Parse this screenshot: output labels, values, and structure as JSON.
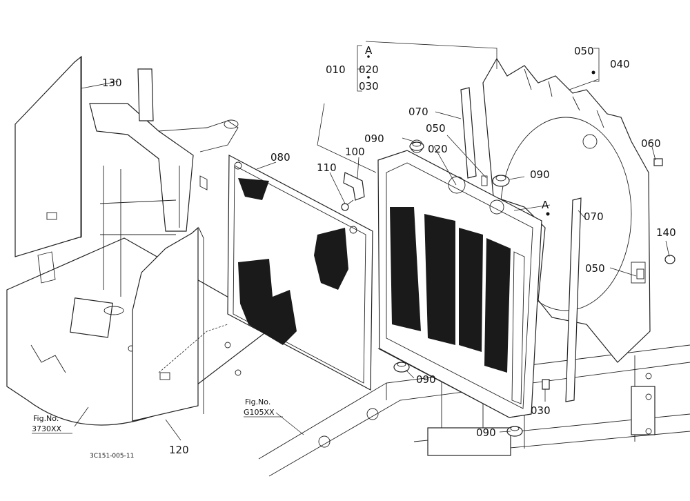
{
  "drawing_code": "3C151-005-11",
  "callouts": {
    "p010": "010",
    "pA_group": "A",
    "p020_group": "020",
    "p030_group": "030",
    "p040": "040",
    "p050_top": "050",
    "p050_mid": "050",
    "p050_right": "050",
    "p060": "060",
    "p070_left": "070",
    "p070_right": "070",
    "p080": "080",
    "p090_left": "090",
    "p090_right": "090",
    "p090_bottom": "090",
    "p090_base": "090",
    "p100": "100",
    "p110": "110",
    "p120": "120",
    "p130": "130",
    "p140": "140",
    "p020": "020",
    "pA_point": "A",
    "p030": "030"
  },
  "fig_refs": [
    {
      "label": "Fig.No.",
      "number": "3730XX"
    },
    {
      "label": "Fig.No.",
      "number": "G105XX"
    }
  ]
}
